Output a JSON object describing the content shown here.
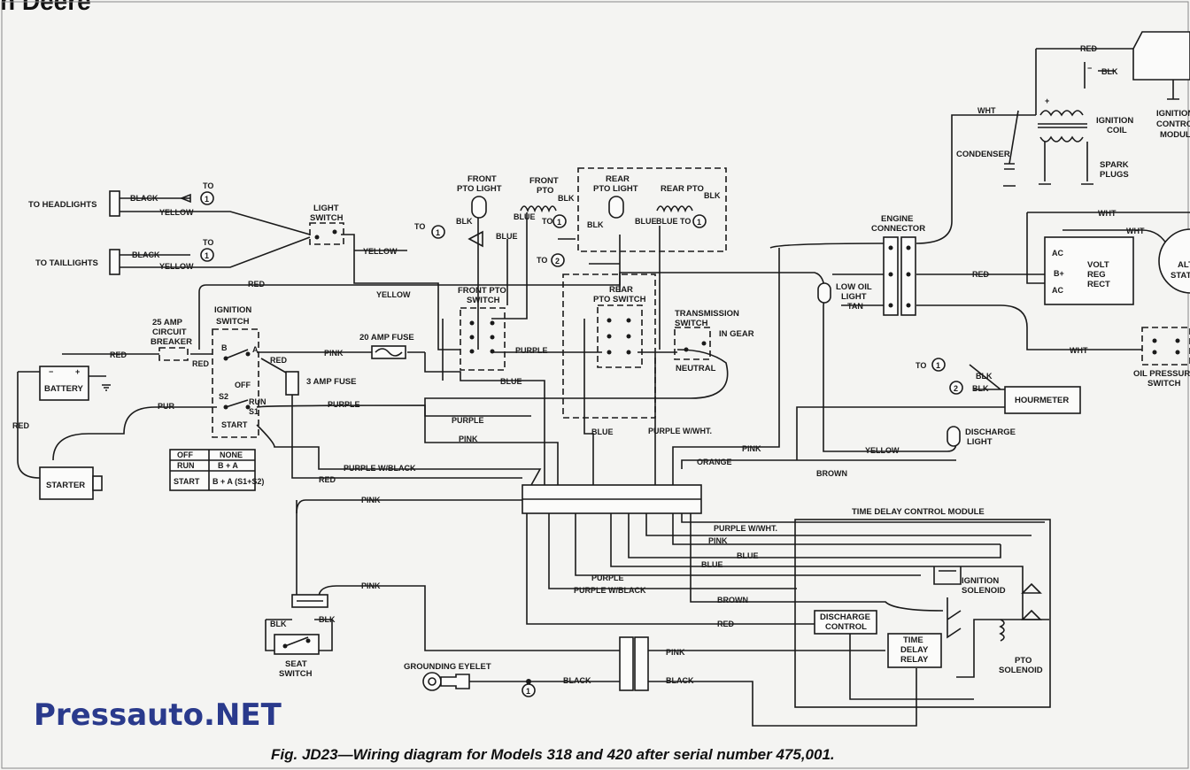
{
  "corner_title": "n Deere",
  "watermark": "Pressauto.NET",
  "caption": "Fig. JD23—Wiring diagram for Models 318 and 420 after serial number 475,001.",
  "components": {
    "to_headlights": "TO HEADLIGHTS",
    "to_taillights": "TO TAILLIGHTS",
    "light_switch": [
      "LIGHT",
      "SWITCH"
    ],
    "ignition_switch": [
      "IGNITION",
      "SWITCH"
    ],
    "circuit_breaker": [
      "25 AMP",
      "CIRCUIT",
      "BREAKER"
    ],
    "battery": "BATTERY",
    "starter": "STARTER",
    "fuse_20": "20 AMP FUSE",
    "fuse_3": "3 AMP FUSE",
    "front_pto_light": [
      "FRONT",
      "PTO LIGHT"
    ],
    "front_pto": [
      "FRONT",
      "PTO"
    ],
    "rear_pto_light": [
      "REAR",
      "PTO LIGHT"
    ],
    "rear_pto": "REAR PTO",
    "front_pto_switch": [
      "FRONT PTO",
      "SWITCH"
    ],
    "rear_pto_switch": [
      "REAR",
      "PTO SWITCH"
    ],
    "transmission_switch": [
      "TRANSMISSION",
      "SWITCH"
    ],
    "in_gear": "IN GEAR",
    "neutral": "NEUTRAL",
    "engine_connector": [
      "ENGINE",
      "CONNECTOR"
    ],
    "low_oil_light": [
      "LOW OIL",
      "LIGHT"
    ],
    "condenser": "CONDENSER",
    "ignition_coil": [
      "IGNITION",
      "COIL"
    ],
    "spark_plugs": [
      "SPARK",
      "PLUGS"
    ],
    "ignition_control_module": [
      "IGNITION",
      "CONTROL",
      "MODULE"
    ],
    "volt_reg_rect": [
      "VOLT",
      "REG",
      "RECT"
    ],
    "alt_stator": [
      "ALT",
      "STATOR"
    ],
    "oil_pressure_switch": [
      "OIL PRESSURE",
      "SWITCH"
    ],
    "hourmeter": "HOURMETER",
    "discharge_light": [
      "DISCHARGE",
      "LIGHT"
    ],
    "time_delay_control_module": "TIME DELAY CONTROL MODULE",
    "ignition_solenoid": [
      "IGNITION",
      "SOLENOID"
    ],
    "discharge_control": [
      "DISCHARGE",
      "CONTROL"
    ],
    "time_delay_relay": [
      "TIME",
      "DELAY",
      "RELAY"
    ],
    "pto_solenoid": [
      "PTO",
      "SOLENOID"
    ],
    "seat_switch": [
      "SEAT",
      "SWITCH"
    ],
    "grounding_eyelet": "GROUNDING EYELET"
  },
  "switch_positions": {
    "off": "OFF",
    "run": "RUN",
    "start": "START",
    "b": "B",
    "a": "A",
    "s1": "S1",
    "s2": "S2"
  },
  "ignition_table": {
    "rows": [
      [
        "OFF",
        "NONE"
      ],
      [
        "RUN",
        "B + A"
      ],
      [
        "START",
        "B + A (S1+S2)"
      ]
    ]
  },
  "wire_labels": {
    "black": "BLACK",
    "yellow": "YELLOW",
    "red": "RED",
    "pink": "PINK",
    "pur": "PUR",
    "purple": "PURPLE",
    "blue": "BLUE",
    "blk": "BLK",
    "tan": "TAN",
    "wht": "WHT",
    "orange": "ORANGE",
    "brown": "BROWN",
    "purple_black": "PURPLE W/BLACK",
    "purple_wht": "PURPLE W/WHT.",
    "to": "TO",
    "n1": "1",
    "n2": "2",
    "ac": "AC",
    "bplus": "B+",
    "plus": "+",
    "minus": "−"
  }
}
